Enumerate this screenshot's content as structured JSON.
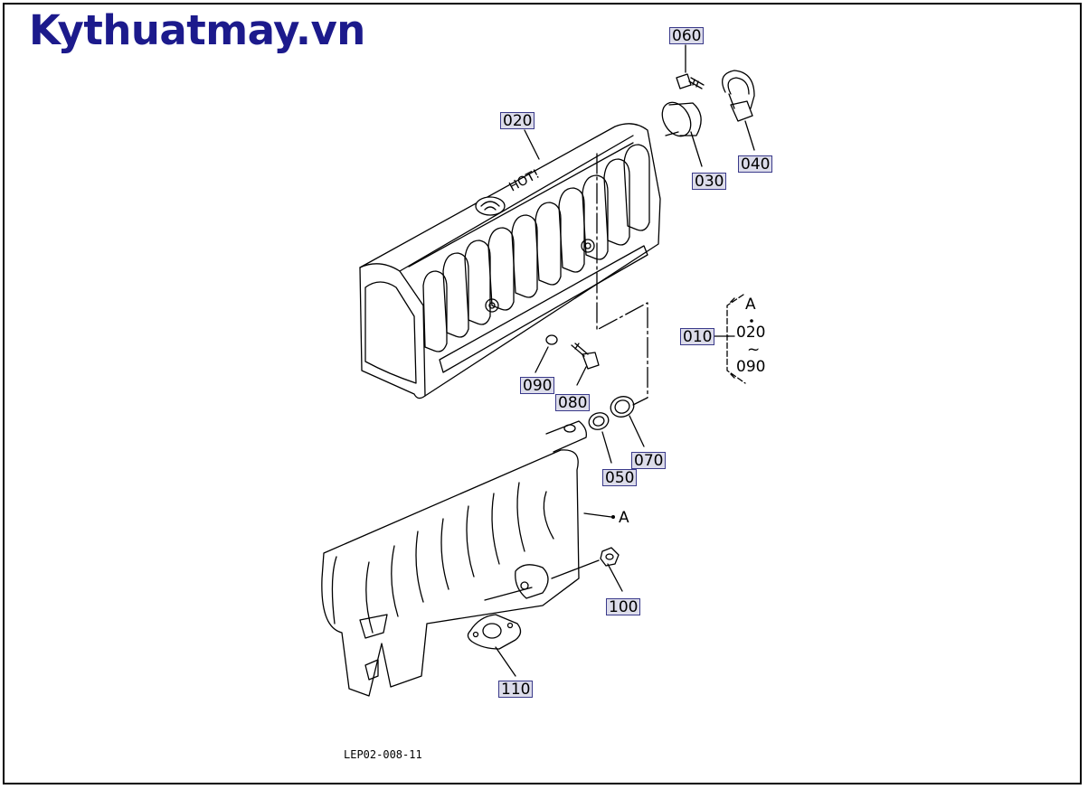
{
  "site": {
    "title": "Kythuatmay.vn",
    "title_color": "#1c1a8c"
  },
  "diagram": {
    "drawing_code": "LEP02-008-11",
    "cover_stamp": "HOT!",
    "part_labels": {
      "p010": "010",
      "p020": "020",
      "p030": "030",
      "p040": "040",
      "p050": "050",
      "p060": "060",
      "p070": "070",
      "p080": "080",
      "p090": "090",
      "p100": "100",
      "p110": "110"
    },
    "assembly_note": {
      "ref": "A",
      "from": "020",
      "tilde": "~",
      "to": "090"
    },
    "ref_marker": "A",
    "label_highlight": "#dcdcea",
    "label_border": "#3a3a8a"
  }
}
